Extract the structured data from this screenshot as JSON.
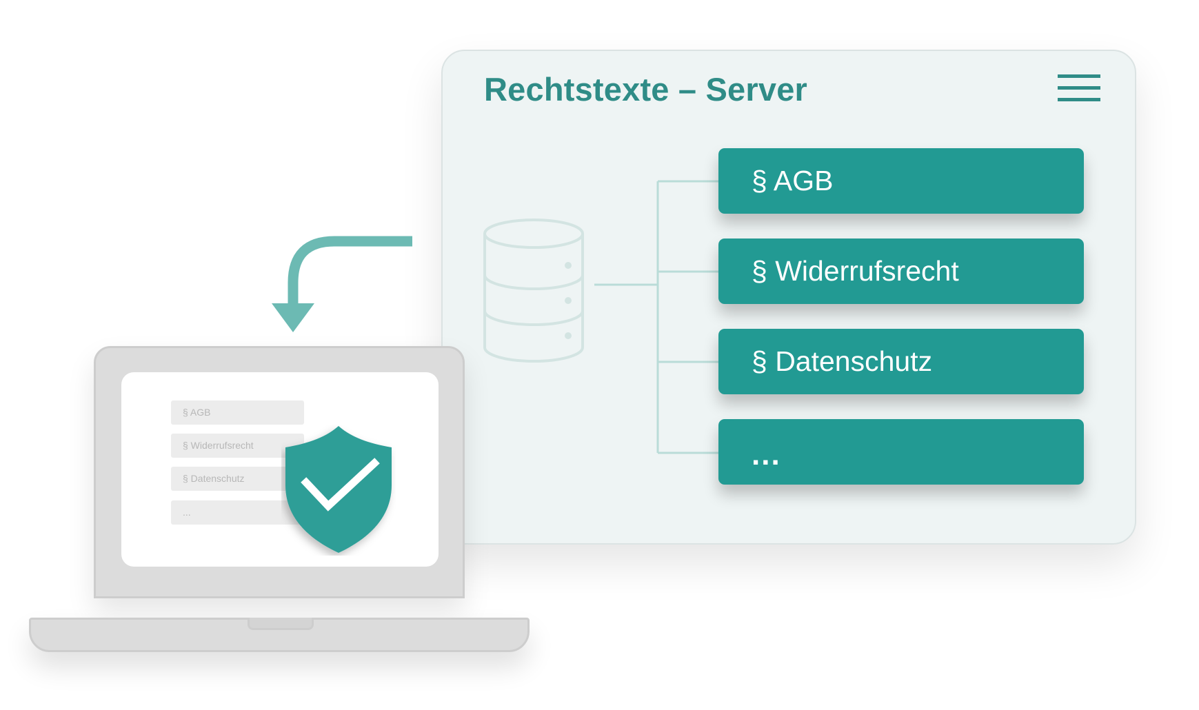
{
  "server": {
    "title": "Rechtstexte – Server",
    "items": [
      {
        "label": "§ AGB"
      },
      {
        "label": "§ Widerrufsrecht"
      },
      {
        "label": "§ Datenschutz"
      },
      {
        "label": "..."
      }
    ]
  },
  "laptop": {
    "items": [
      {
        "label": "§ AGB"
      },
      {
        "label": "§ Widerrufsrecht"
      },
      {
        "label": "§ Datenschutz"
      },
      {
        "label": "..."
      }
    ]
  },
  "icons": {
    "menu": "hamburger-menu-icon",
    "database": "database-icon",
    "arrow": "curved-down-arrow-icon",
    "shield": "shield-check-icon"
  },
  "colors": {
    "accent": "#229a93",
    "title": "#2f8c87",
    "arrow": "#6cbab3",
    "connector": "#b9dcd8",
    "database_outline": "#d3e4e2",
    "panel_background": "#eef4f4",
    "laptop_gray": "#dcdcdc"
  }
}
